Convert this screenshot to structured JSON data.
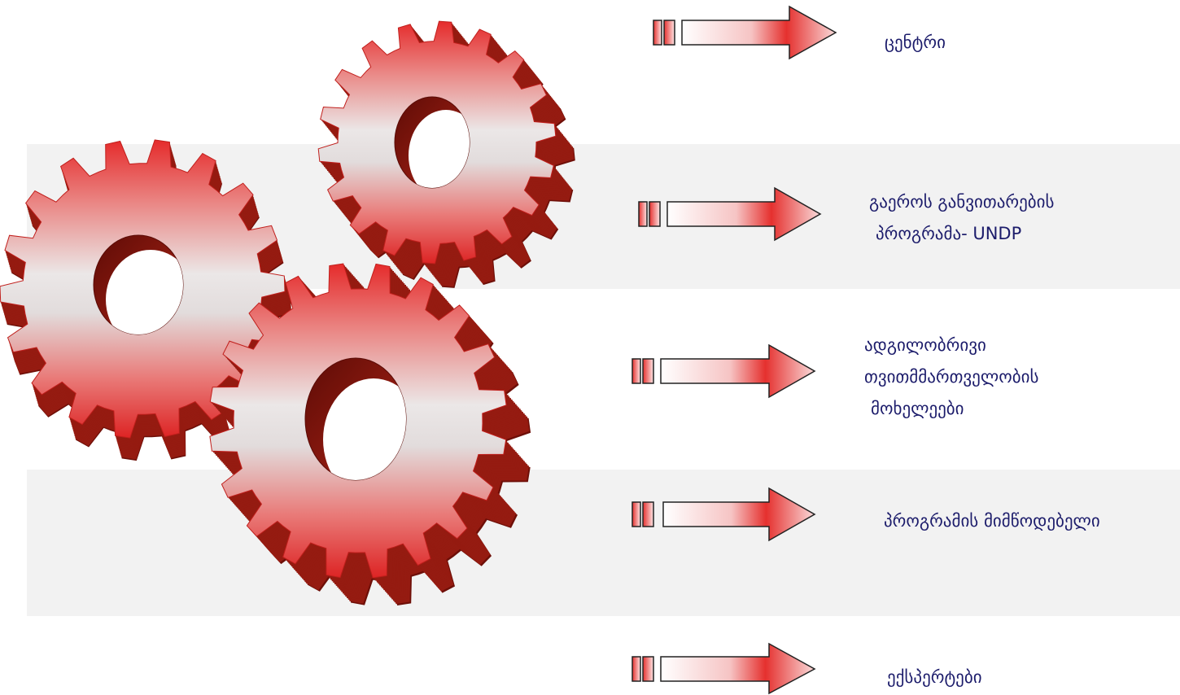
{
  "slide": {
    "items": [
      {
        "lines": [
          "ცენტრი"
        ]
      },
      {
        "lines": [
          "გაეროს განვითარების",
          "პროგრამა- UNDP"
        ]
      },
      {
        "lines": [
          "ადგილობრივი",
          "თვითმმართველობის",
          "მოხელეები"
        ]
      },
      {
        "lines": [
          "პროგრამის მიმწოდებელი"
        ]
      },
      {
        "lines": [
          "ექსპერტები"
        ]
      }
    ]
  },
  "icons": {
    "gears": "gear-icon",
    "arrows": "arrow-right-icon"
  },
  "colors": {
    "text": "#1c1c6b",
    "accent_red": "#e52b2b",
    "gear_side": "#951b11",
    "gear_side_dark": "#6e0f08",
    "band": "#f2f2f2"
  }
}
